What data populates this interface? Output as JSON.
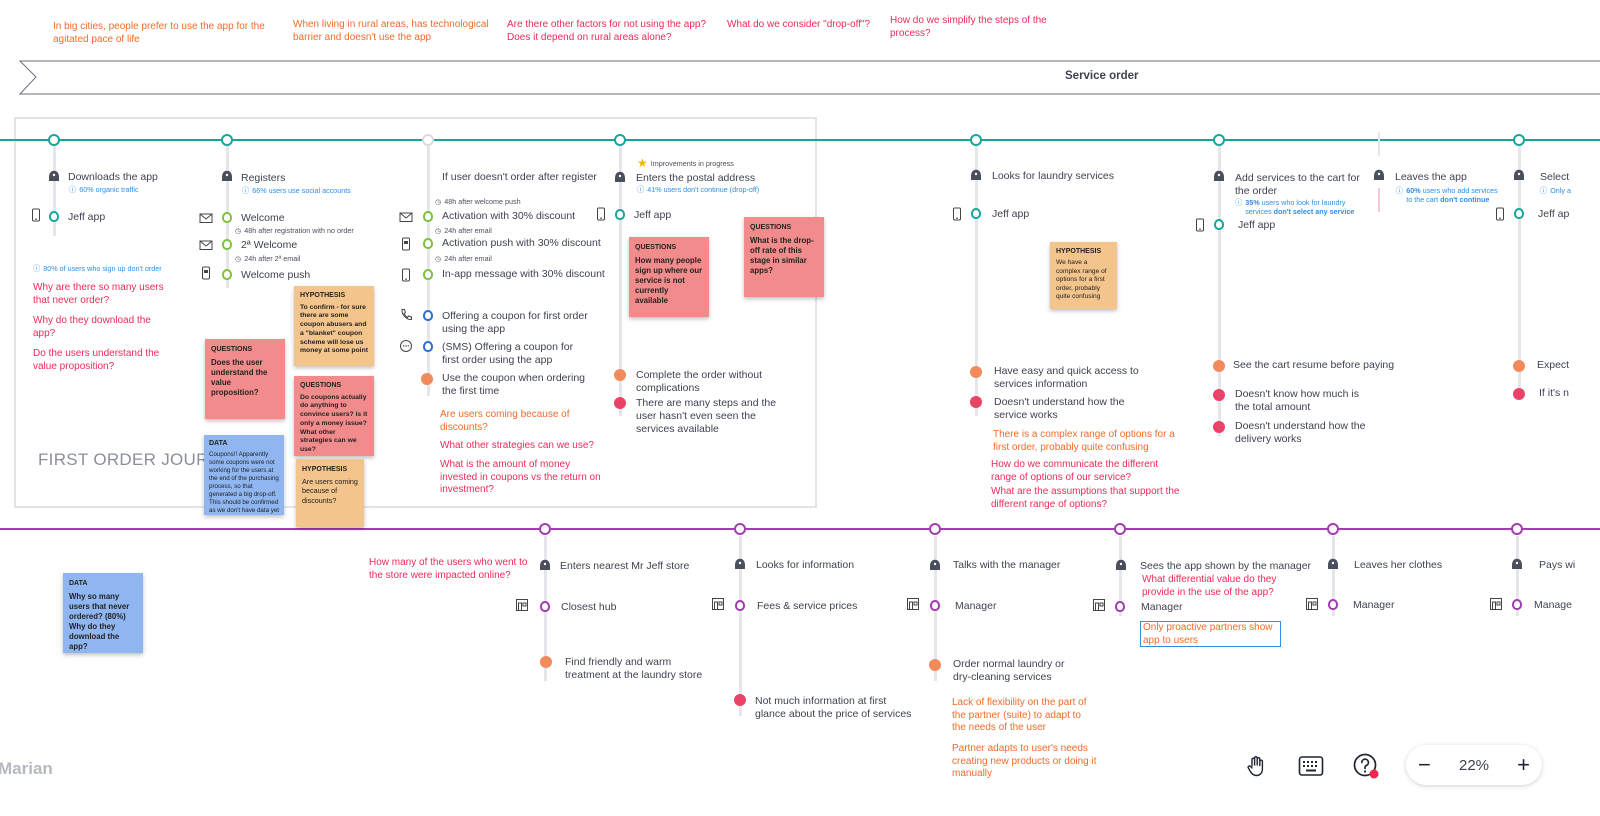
{
  "top_questions": [
    {
      "text": "In big cities, people prefer to use the app for the agitated pace of life"
    },
    {
      "text": "When living in rural areas, has technological barrier and doesn't use the app"
    },
    {
      "text": "Are there other factors for not using the app? Does it depend on rural areas alone?"
    },
    {
      "text": "What do we consider \"drop-off\"?"
    },
    {
      "text": "How do we simplify the steps of the process?"
    }
  ],
  "banner": {
    "title": "Service order"
  },
  "frame": {
    "title": "FIRST ORDER JOURNEY"
  },
  "top_lane": {
    "col1": {
      "step": "Downloads the app",
      "step_stat": "60% organic traffic",
      "channel": "Jeff app",
      "stat": "80% of users who sign up don't order",
      "questions": [
        "Why are there so many users that never order?",
        "Why do they download the app?",
        "Do the users understand the value proposition?"
      ]
    },
    "col2": {
      "step": "Registers",
      "step_stat": "66% users use social accounts",
      "ch1": "Welcome",
      "ch1_note": "48h after registration with no order",
      "ch2": "2ª Welcome",
      "ch2_note": "24h after 2ª email",
      "ch3": "Welcome push"
    },
    "col3": {
      "step": "If user doesn't order after register",
      "note0": "48h after welcome push",
      "ch1": "Activation with 30% discount",
      "note1": "24h after email",
      "ch2": "Activation push with 30% discount",
      "note2": "24h after email",
      "ch3": "In-app message with 30% discount",
      "ch4": "Offering a coupon for first order using the app",
      "ch5": "(SMS) Offering a coupon for first order using the app",
      "ch6": "Use the coupon when ordering the first time",
      "o1": "Are users coming because of discounts?",
      "q1": "What other strategies can we use?",
      "q2": "What is the amount of money invested in coupons vs the return on investment?"
    },
    "col4": {
      "badge": "Improvements in progress",
      "step": "Enters the postal address",
      "step_stat": "41% users don't continue (drop-off)",
      "channel": "Jeff app",
      "happy": "Complete the order without complications",
      "sad": "There are many steps and the user hasn't even seen the services available"
    },
    "col5": {
      "step": "Looks for laundry services",
      "channel": "Jeff app",
      "happy": "Have easy and quick access to services information",
      "sad": "Doesn't understand how the service works",
      "o1": "There is a complex range of options for a first order, probably quite confusing",
      "q1": "How do we communicate the different range of options of our service?",
      "q2": "What are the assumptions that support the different range of options?"
    },
    "col6": {
      "step": "Add services to the cart for the order",
      "stat_pct": "35%",
      "stat_mid": " users who look for laundry services ",
      "stat_bold": "don't select any service",
      "channel": "Jeff app",
      "happy": "See the cart resume before paying",
      "sad1": "Doesn't know how much is the total amount",
      "sad2": "Doesn't understand how the delivery works"
    },
    "col7": {
      "step": "Leaves the app",
      "stat_pct": "60%",
      "stat_mid": " users who add services to the cart ",
      "stat_bold": "don't continue"
    },
    "col8": {
      "step": "Select",
      "stat": "Only a",
      "channel": "Jeff ap",
      "happy": "Expect",
      "sad": "If it's n"
    }
  },
  "stickies": {
    "s1": {
      "head": "QUESTIONS",
      "body": "Does the user understand the value proposition?"
    },
    "s2": {
      "head": "HYPOTHESIS",
      "body": "To confirm - for sure there are some coupon abusers and a \"blanket\" coupon scheme will lose us money at some point"
    },
    "s3": {
      "head": "QUESTIONS",
      "body": "Do coupons actually do anything to convince users? is it only a money issue? What other strategies can we use?"
    },
    "s4": {
      "head": "DATA",
      "body": "Coupons!! Apparently some coupons were not working for the users at the end of the purchasing process, so that generated a big drop-off. This should be confirmed as we don't have data yet"
    },
    "s5": {
      "head": "HYPOTHESIS",
      "body": "Are users coming because of discounts?"
    },
    "s6": {
      "head": "QUESTIONS",
      "body": "How many people sign up where our service is not currently available"
    },
    "s7": {
      "head": "QUESTIONS",
      "body": "What is the drop-off rate of this stage in similar apps?"
    },
    "s8": {
      "head": "HYPOTHESIS",
      "body": "We have a complex range of options for a first order, probably quite confusing"
    },
    "s9": {
      "head": "DATA",
      "body": "Why so many users that never ordered? (80%) Why do they download the app?"
    }
  },
  "bottom_lane": {
    "lead_question": "How many of the users who went to the store were impacted online?",
    "col1": {
      "step": "Enters nearest Mr Jeff store",
      "channel": "Closest hub",
      "happy": "Find friendly and warm treatment at the laundry store"
    },
    "col2": {
      "step": "Looks for information",
      "channel": "Fees & service prices",
      "sad": "Not much information at first glance about the price of services"
    },
    "col3": {
      "step": "Talks with the manager",
      "channel": "Manager",
      "happy": "Order normal laundry or dry-cleaning services",
      "o1": "Lack of flexibility on the part of the partner (suite) to adapt to the needs of the user",
      "o2": "Partner adapts to user's needs creating new products or doing it manually"
    },
    "col4": {
      "step": "Sees the app shown by the manager",
      "q1": "What differential value do they provide in the use of the app?",
      "channel": "Manager",
      "edit": "Only proactive partners show app to users"
    },
    "col5": {
      "step": "Leaves her clothes",
      "channel": "Manager"
    },
    "col6": {
      "step": "Pays wi",
      "channel": "Manage"
    }
  },
  "user": {
    "name": "Marian"
  },
  "zoom": {
    "level": "22%",
    "minus": "−",
    "plus": "+"
  },
  "colors": {
    "teal": "#1aa59a",
    "purple": "#a13db0",
    "question": "#ee2a5a",
    "observation": "#f26b2a",
    "stat": "#2f8ee8"
  },
  "icons": [
    "hand-tool-icon",
    "keyboard-icon",
    "help-icon",
    "zoom-out-icon",
    "zoom-in-icon",
    "persona-icon",
    "phone-icon",
    "mail-icon",
    "store-icon",
    "happy-face-icon",
    "sad-face-icon",
    "star-icon",
    "info-icon",
    "clock-icon",
    "chat-bubble-icon",
    "call-icon"
  ]
}
